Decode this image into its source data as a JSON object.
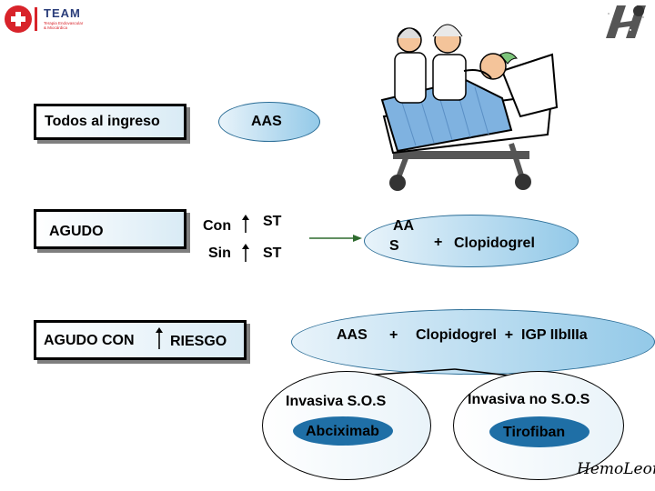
{
  "logo": {
    "brand": "TEAM",
    "line1": "Terapia Endovascular",
    "line2": "& Miocárdica"
  },
  "boxes": {
    "todos": "Todos al ingreso",
    "agudo": "AGUDO",
    "agudo_con": "AGUDO CON",
    "riesgo": "RIESGO"
  },
  "con": "Con",
  "sin": "Sin",
  "st_1": "ST",
  "st_2": "ST",
  "aas_1": "AAS",
  "aa": "AA",
  "s": "S",
  "plus_1": "+",
  "clopidogrel_1": "Clopidogrel",
  "aas_2": "AAS",
  "plus_2": "+",
  "combo": "Clopidogrel  +  IGP IIbIIIa",
  "invasiva": "Invasiva S.O.S",
  "abciximab": "Abciximab",
  "invasiva_no": "Invasiva no S.O.S",
  "tirofiban": "Tirofiban",
  "signature": "HemoLeon",
  "colors": {
    "box_border": "#000000",
    "shadow": "#7f7f7f",
    "ellipse_blue": "#93c9e8",
    "pill_blue": "#1f6fa6",
    "arrow_green": "#2f6b2f",
    "brand_red": "#d8232a"
  }
}
